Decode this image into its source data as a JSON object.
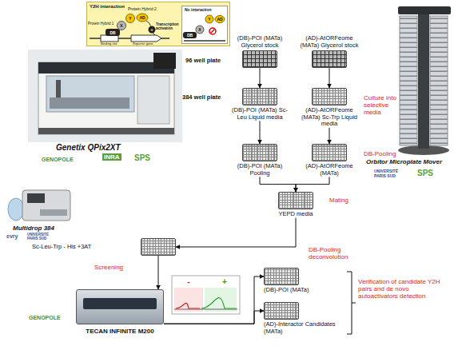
{
  "diagram": {
    "nodes": [
      {
        "text": [
          "Y2H interaction"
        ]
      },
      {
        "text": [
          "No interaction"
        ],
        "in": 0
      },
      {
        "text": [
          "(DB)-POI (MATa) Glycerol stock"
        ]
      },
      {
        "text": [
          "(AD)-AtORFeome (MATa) Glycerol stock"
        ]
      },
      {
        "text": [
          "(DB)-POI (MATa) Sc-Leu Liquid media"
        ]
      },
      {
        "text": [
          "(AD)-AtORFeome (MATa) Sc-Trp Liquid media"
        ]
      },
      {
        "text": [
          "(DB)-POI (MATa) Pooling"
        ]
      },
      {
        "text": [
          "(AD)-AtORFeome (MATa)"
        ]
      },
      {
        "text": [
          "YEPD media"
        ]
      },
      {
        "text": [
          "Sc-Leu-Trp - His +3AT"
        ]
      },
      {
        "text": [
          "TECAN INFINITE M200"
        ]
      },
      {
        "text": [
          "(DB)-POI (MATa)"
        ]
      },
      {
        "text": [
          "(AD)-Interactor Candidates (MATa)"
        ]
      }
    ],
    "edges": [
      {
        "from": 2,
        "to": 4,
        "arrow": "to"
      },
      {
        "from": 3,
        "to": 5,
        "arrow": "to"
      },
      {
        "from": 4,
        "to": 6,
        "arrow": "to"
      },
      {
        "from": 5,
        "to": 7,
        "arrow": "to"
      },
      {
        "from": 6,
        "to": 8,
        "arrow": "to"
      },
      {
        "from": 7,
        "to": 8,
        "arrow": "to"
      },
      {
        "from": 8,
        "to": 9,
        "arrow": "to"
      },
      {
        "from": 9,
        "to": 10,
        "arrow": "to"
      },
      {
        "from": 10,
        "to": 11,
        "arrow": "to"
      },
      {
        "from": 10,
        "to": 12,
        "arrow": "to"
      }
    ],
    "labels": [
      "Protein Hybrid 2",
      "Protein Hybrid 1",
      "X",
      "Y",
      "DB",
      "AD",
      "+",
      "Transcription activation",
      "Binding site",
      "Reporter gene",
      "X",
      "Y",
      "DB",
      "AD",
      "Genetix QPix2XT",
      "GENOPOLE",
      "INRA",
      "SPS",
      "96 well plate",
      "384 well plate",
      "Culture into selective media",
      "DB-Pooling",
      "Mating",
      "Orbitor Microplate Mover",
      "UNIVERSITÉ PARIS SUD",
      "SPS",
      "Multidrop 384",
      "evry",
      "UNIVERSITÉ PARIS SUD",
      "Screening",
      "GENOPOLE",
      "-",
      "+",
      "DB-Pooling deconvolution",
      "Verification of candidate Y2H pairs and de novo autoactivators detection"
    ]
  }
}
